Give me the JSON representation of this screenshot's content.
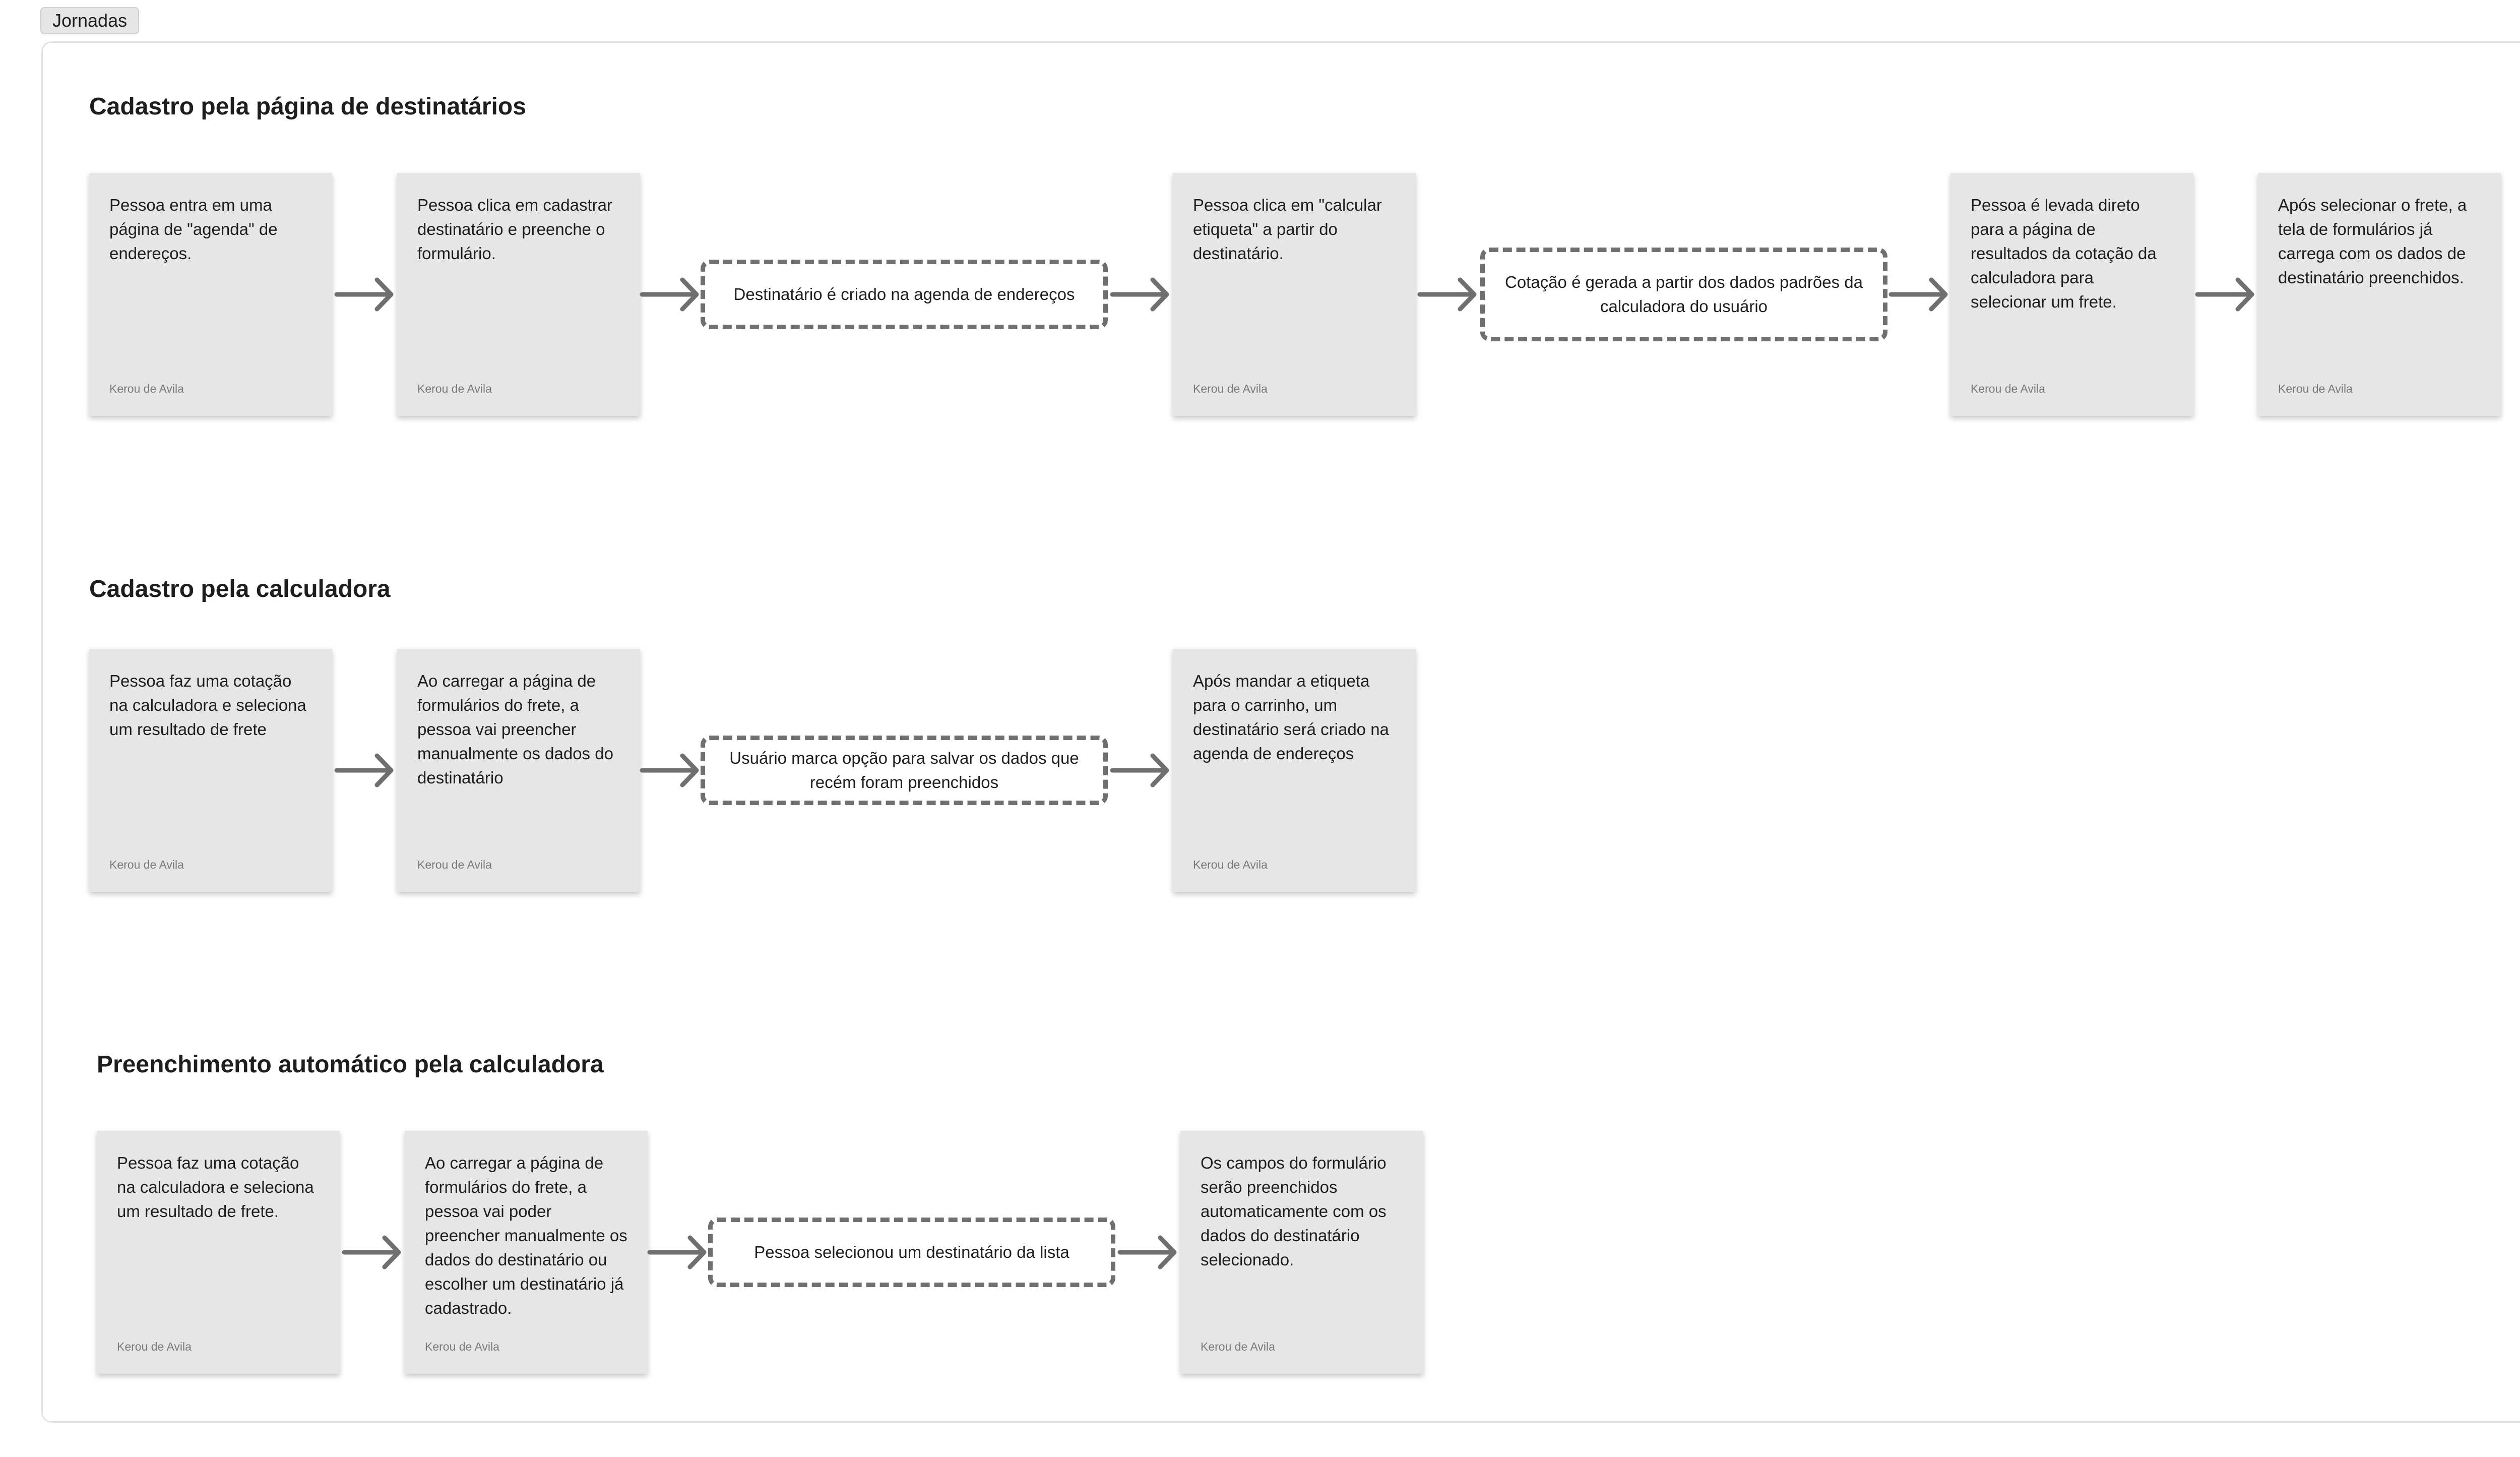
{
  "frame_label": "Jornadas",
  "colors": {
    "note": "#e6e6e6",
    "arrow": "#6f6f6f",
    "border": "#e3e3e3"
  },
  "journeys": [
    {
      "title": "Cadastro pela página de destinatários",
      "steps": [
        {
          "type": "note",
          "text": "Pessoa entra em uma página de \"agenda\" de endereços.",
          "author": "Kerou de Avila"
        },
        {
          "type": "note",
          "text": "Pessoa clica em cadastrar destinatário e preenche o formulário.",
          "author": "Kerou de Avila"
        },
        {
          "type": "event",
          "text": "Destinatário é criado na agenda de endereços"
        },
        {
          "type": "note",
          "text": "Pessoa clica em \"calcular etiqueta\" a partir do destinatário.",
          "author": "Kerou de Avila"
        },
        {
          "type": "event",
          "text": "Cotação é gerada a partir dos dados padrões da calculadora do usuário"
        },
        {
          "type": "note",
          "text": "Pessoa é levada direto para a página de resultados da cotação da calculadora para selecionar um frete.",
          "author": "Kerou de Avila"
        },
        {
          "type": "note",
          "text": "Após selecionar o frete, a tela de formulários já carrega com os dados de destinatário preenchidos.",
          "author": "Kerou de Avila"
        }
      ]
    },
    {
      "title": "Cadastro pela calculadora",
      "steps": [
        {
          "type": "note",
          "text": "Pessoa faz uma cotação na calculadora e seleciona um resultado de frete",
          "author": "Kerou de Avila"
        },
        {
          "type": "note",
          "text": "Ao carregar a página de formulários do frete, a pessoa vai preencher manualmente os dados do destinatário",
          "author": "Kerou de Avila"
        },
        {
          "type": "event",
          "text": "Usuário marca opção para salvar os dados que recém foram preenchidos"
        },
        {
          "type": "note",
          "text": "Após mandar a etiqueta para o carrinho, um destinatário será criado na agenda de endereços",
          "author": "Kerou de Avila"
        }
      ]
    },
    {
      "title": "Preenchimento automático pela calculadora",
      "steps": [
        {
          "type": "note",
          "text": "Pessoa faz uma cotação na calculadora e seleciona um resultado de frete.",
          "author": "Kerou de Avila"
        },
        {
          "type": "note",
          "text": "Ao carregar a página de formulários do frete, a pessoa vai poder preencher manualmente os dados do destinatário ou escolher um destinatário já cadastrado.",
          "author": "Kerou de Avila"
        },
        {
          "type": "event",
          "text": "Pessoa selecionou um destinatário da lista"
        },
        {
          "type": "note",
          "text": "Os campos do formulário serão preenchidos automaticamente com os dados do destinatário selecionado.",
          "author": "Kerou de Avila"
        }
      ]
    }
  ]
}
